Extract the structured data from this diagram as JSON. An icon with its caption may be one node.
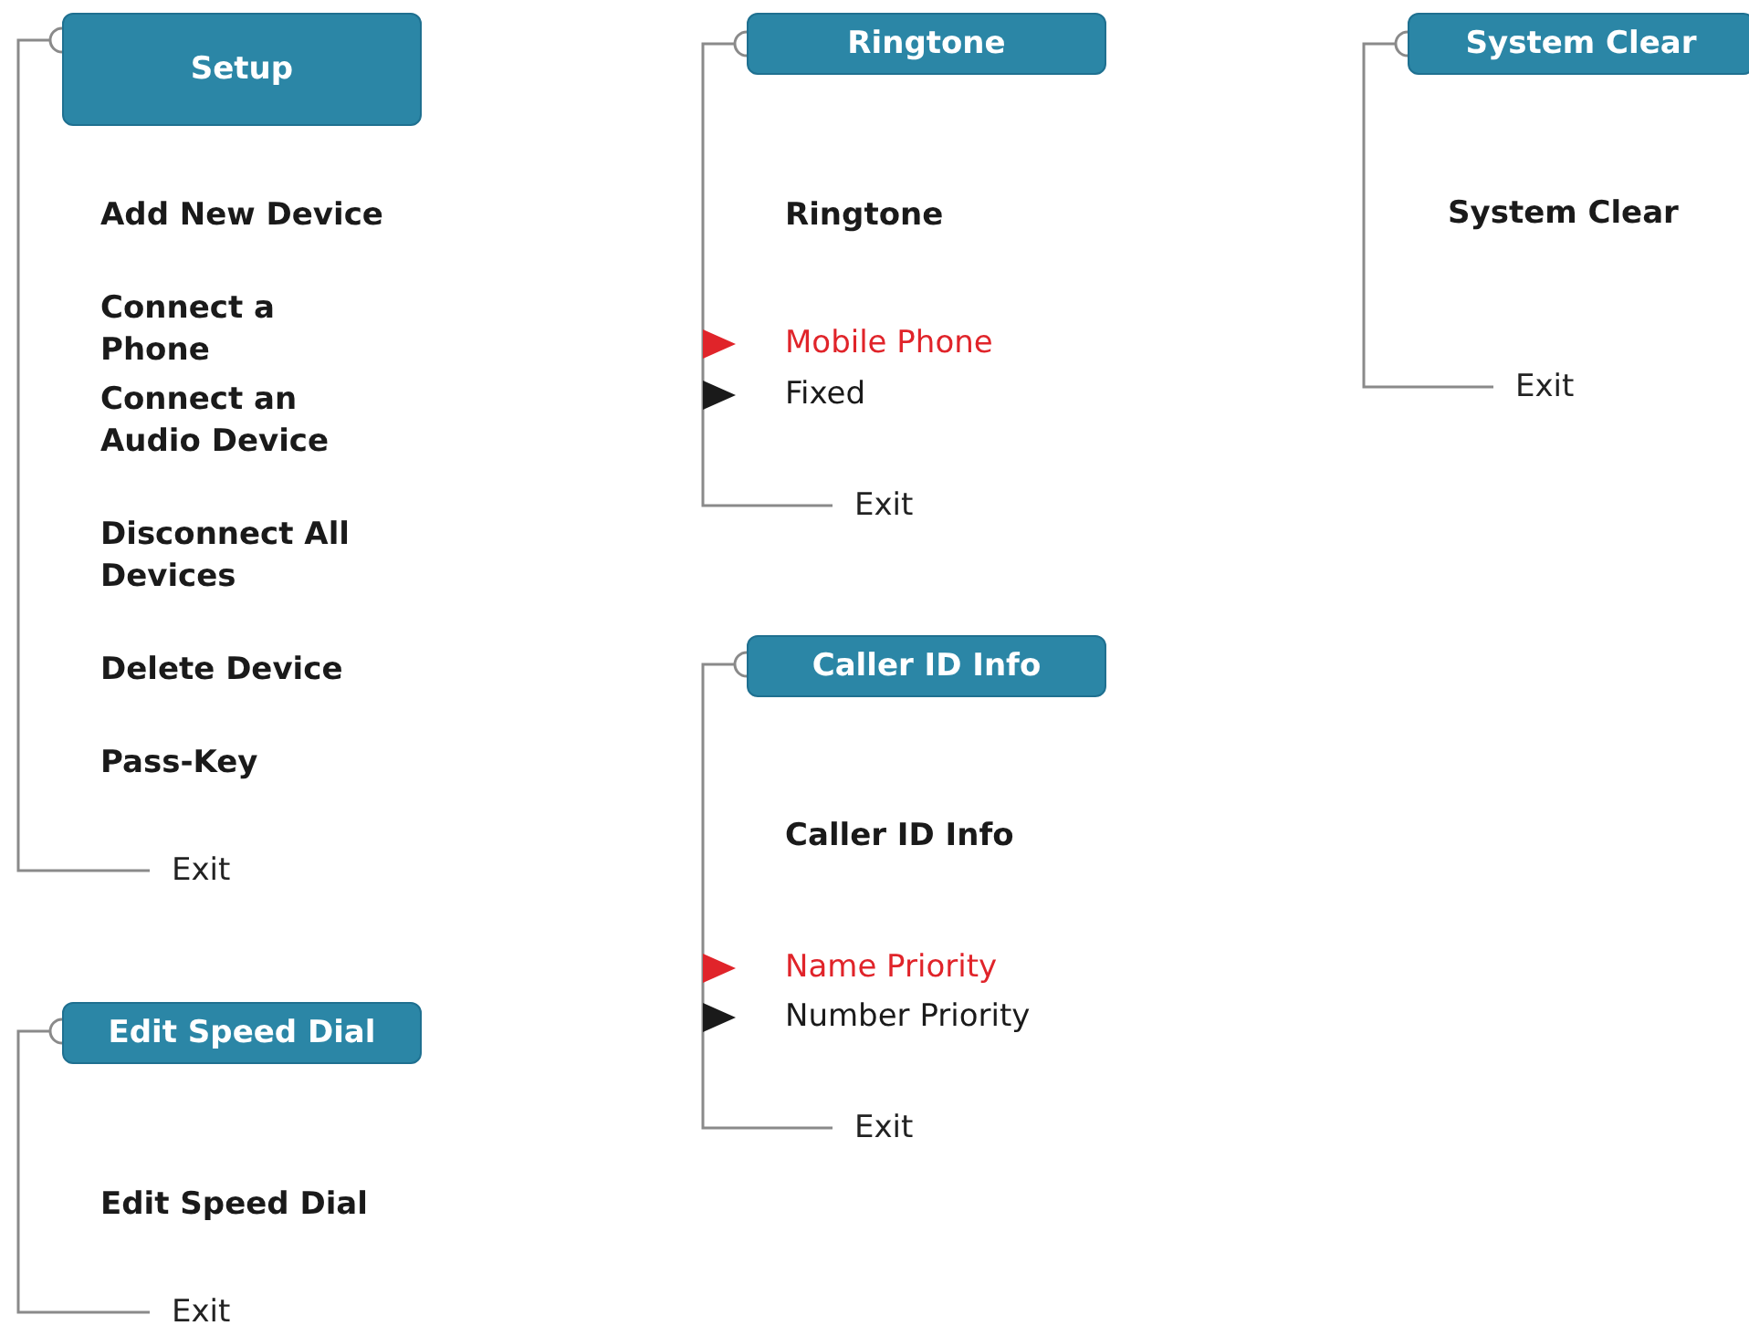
{
  "diagram": {
    "nodes": [
      {
        "text": [
          "Setup"
        ]
      },
      {
        "text": [
          "Exit"
        ]
      },
      {
        "text": [
          "Edit Speed Dial"
        ]
      },
      {
        "text": [
          "Exit"
        ]
      },
      {
        "text": [
          "Ringtone"
        ]
      },
      {
        "text": [
          "Exit"
        ]
      },
      {
        "text": [
          "Caller ID Info"
        ]
      },
      {
        "text": [
          "Exit"
        ]
      },
      {
        "text": [
          "System Clear"
        ]
      },
      {
        "text": [
          "Exit"
        ]
      }
    ],
    "edges": [
      {
        "from": 0,
        "to": 1,
        "arrow": "other"
      },
      {
        "from": 2,
        "to": 3,
        "arrow": "other"
      },
      {
        "from": 4,
        "to": 5,
        "arrow": "other"
      },
      {
        "from": 6,
        "to": 7,
        "arrow": "other"
      },
      {
        "from": 8,
        "to": 9,
        "arrow": "other"
      }
    ],
    "labels": [
      "Add New Device",
      "Connect a Phone",
      "Connect an Audio Device",
      "Disconnect All Devices",
      "Delete Device",
      "Pass-Key",
      "Edit Speed Dial",
      "Ringtone",
      "Mobile Phone",
      "Fixed",
      "Caller ID Info",
      "Name Priority",
      "Number Priority",
      "System Clear"
    ]
  }
}
